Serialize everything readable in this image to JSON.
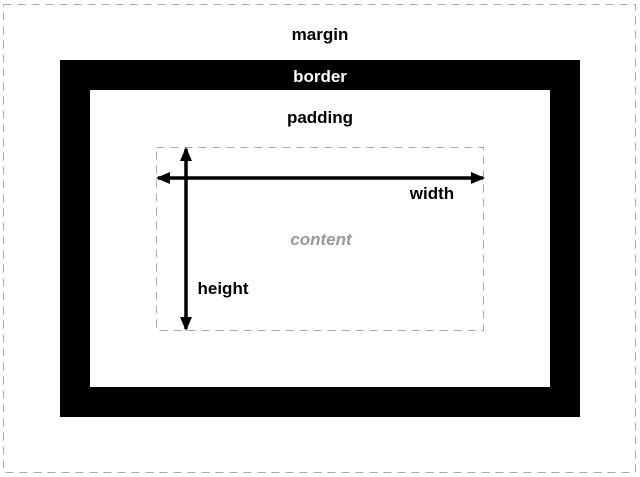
{
  "labels": {
    "margin": "margin",
    "border": "border",
    "padding": "padding",
    "content": "content",
    "width": "width",
    "height": "height"
  },
  "colors": {
    "border": "#000000",
    "dashed_lines": "#aaaaaa",
    "content_text": "#999999",
    "arrows": "#000000"
  }
}
